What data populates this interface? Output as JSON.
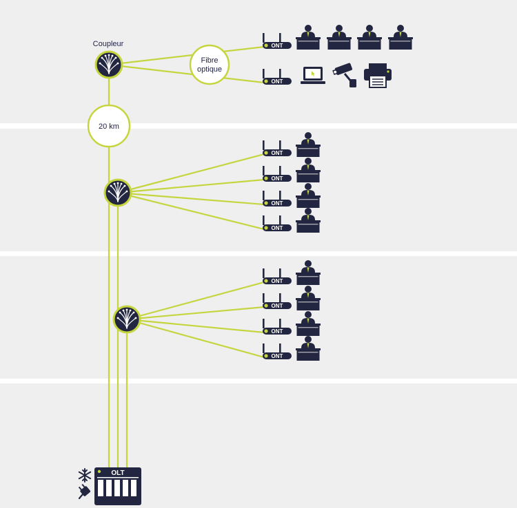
{
  "colors": {
    "navy": "#232640",
    "green": "#c5d53e",
    "band": "#efefef",
    "white": "#ffffff"
  },
  "labels": {
    "coupler": "Coupleur",
    "fibre_line1": "Fibre",
    "fibre_line2": "optique",
    "distance": "20 km",
    "ont": "ONT",
    "olt": "OLT"
  },
  "icons": {
    "splitter": "splitter-icon",
    "ont": "ont-router-icon",
    "desk_user": "desk-user-icon",
    "laptop": "laptop-icon",
    "camera": "security-camera-icon",
    "printer": "printer-icon",
    "snowflake": "snowflake-icon",
    "plug": "power-plug-icon"
  },
  "groups": [
    {
      "name": "group-1",
      "endpoints": [
        "ont+4-desk-users",
        "ont+laptop+camera+printer"
      ]
    },
    {
      "name": "group-2",
      "endpoints": [
        "ont+desk-user",
        "ont+desk-user",
        "ont+desk-user",
        "ont+desk-user"
      ]
    },
    {
      "name": "group-3",
      "endpoints": [
        "ont+desk-user",
        "ont+desk-user",
        "ont+desk-user",
        "ont+desk-user"
      ]
    }
  ]
}
